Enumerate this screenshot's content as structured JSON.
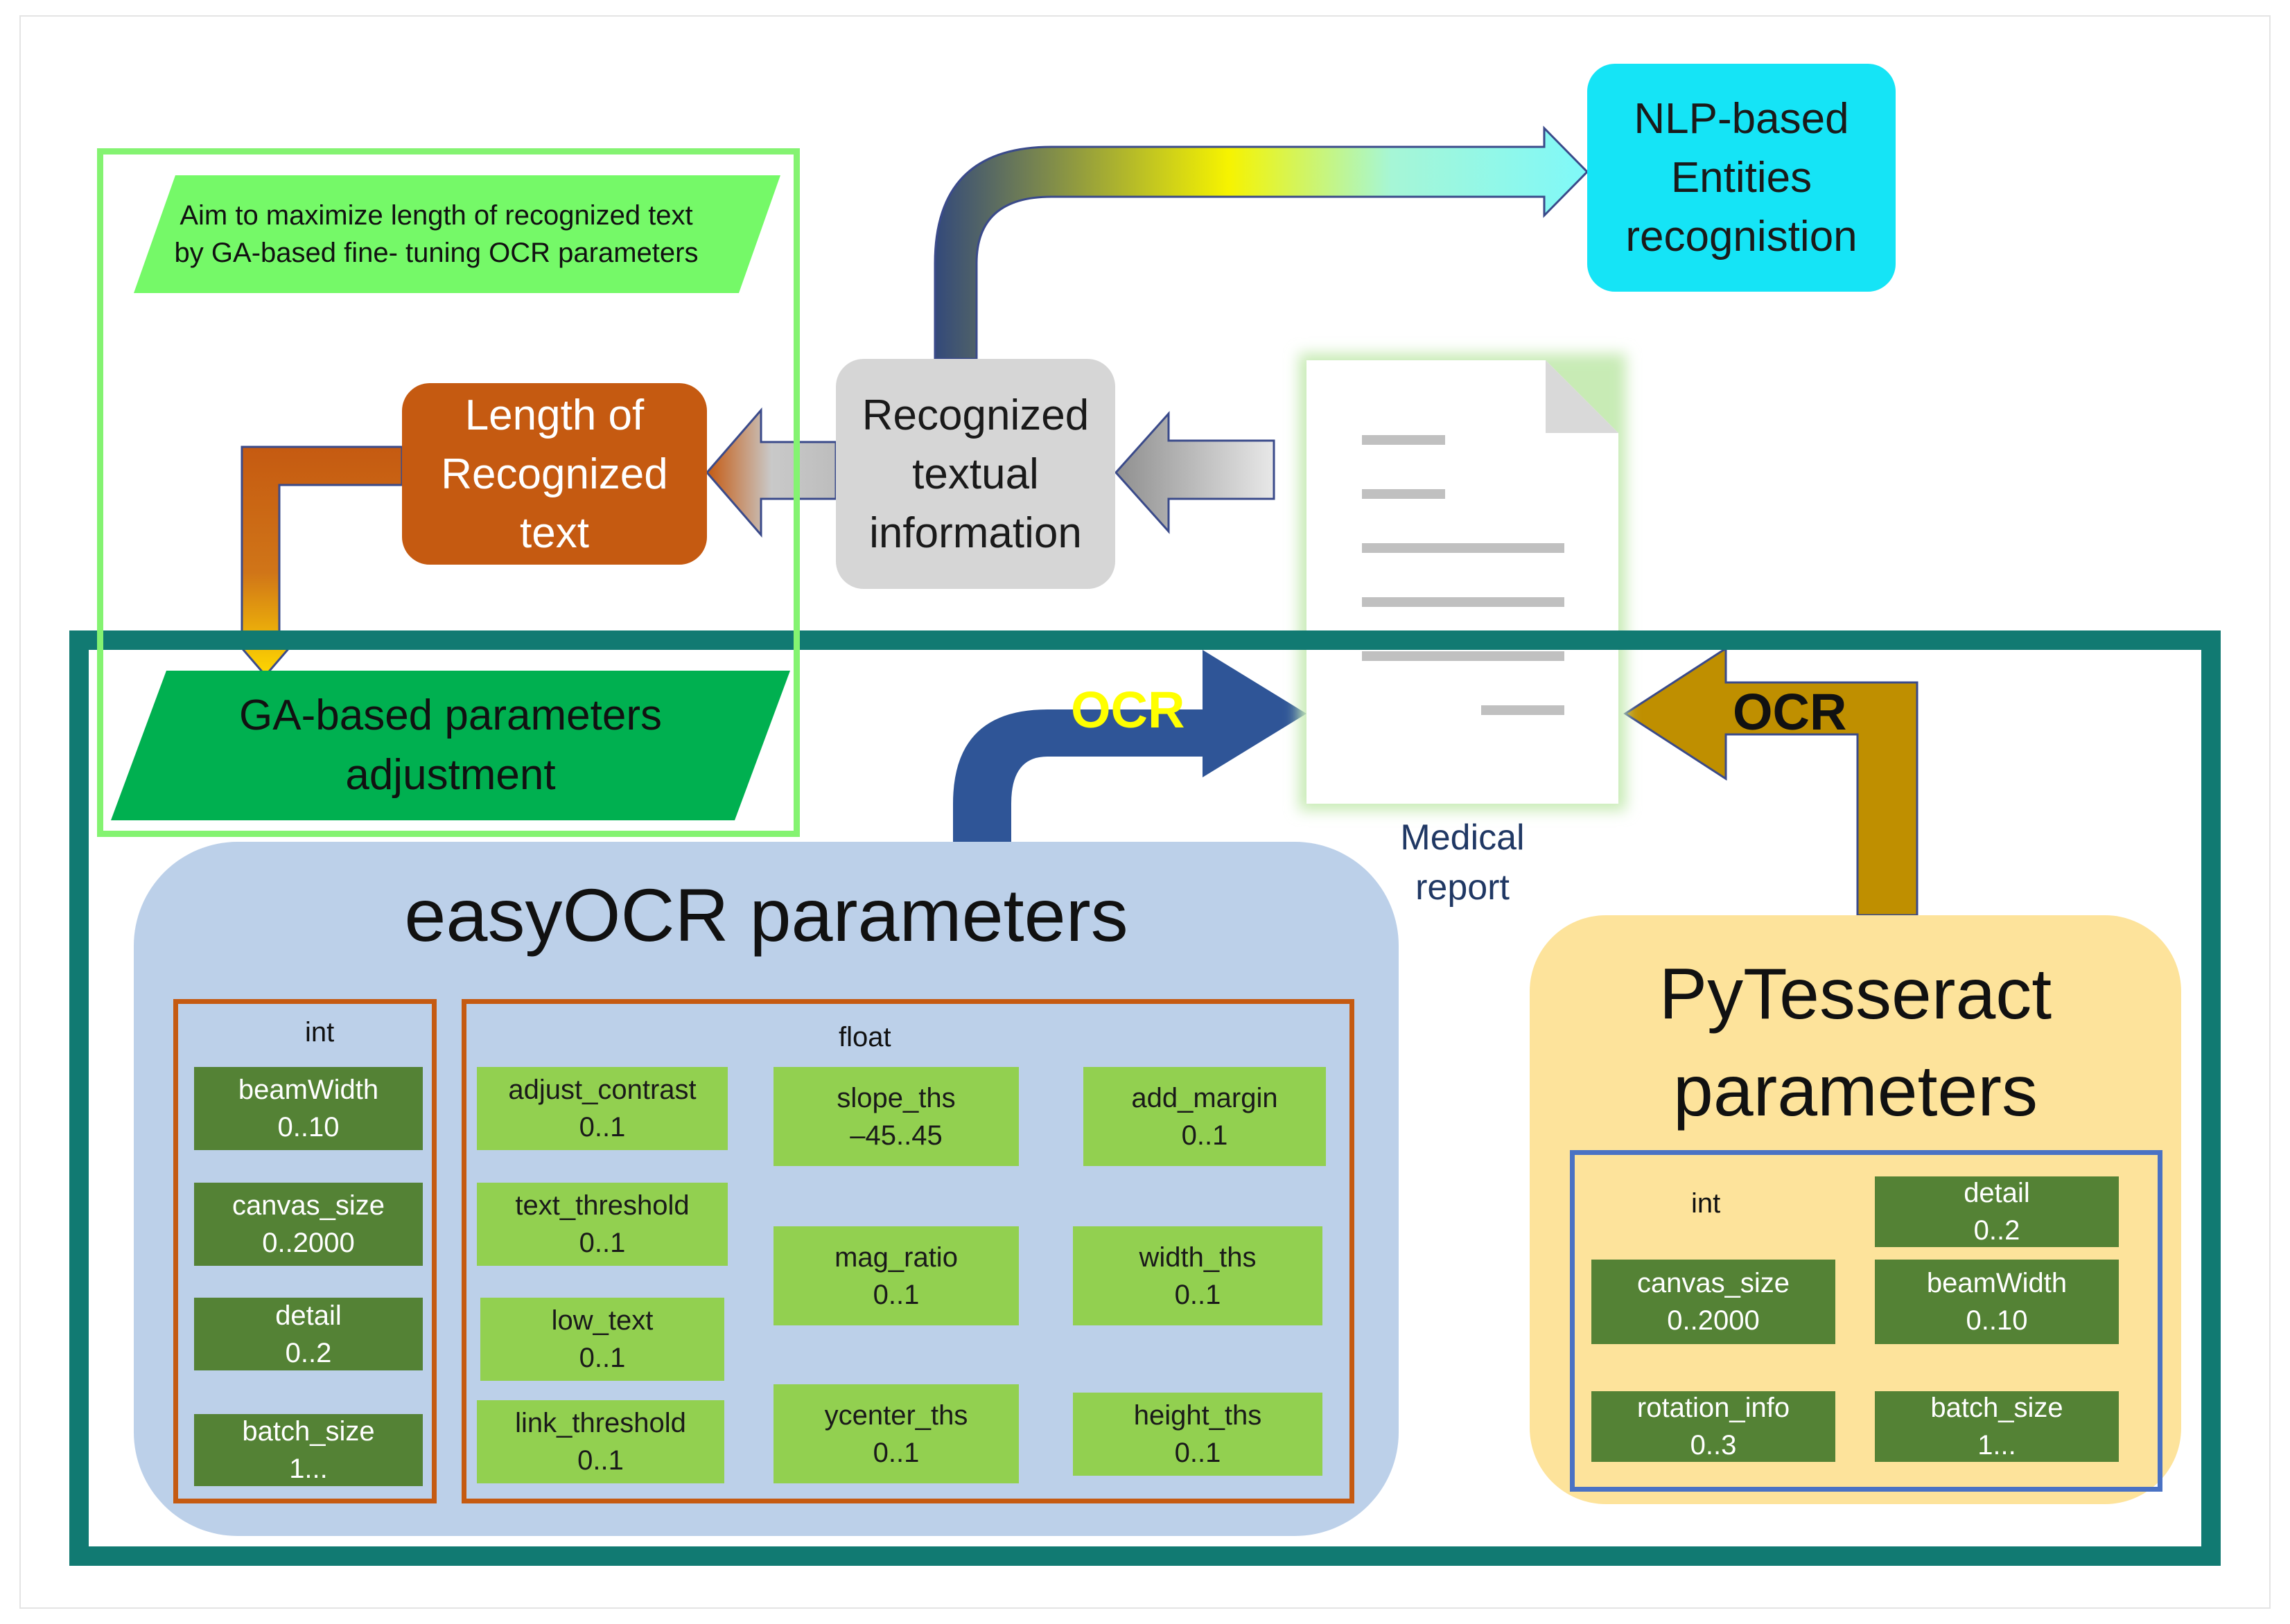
{
  "aim_note": "Aim to maximize length of recognized text\nby GA-based fine- tuning OCR parameters",
  "length_box": "Length of\nRecognized\ntext",
  "recognized_box": "Recognized\ntextual\ninformation",
  "nlp_box": "NLP-based\nEntities\nrecognistion",
  "ga_params": "GA-based parameters\nadjustment",
  "medical_report": "Medical\nreport",
  "ocr_left": "OCR",
  "ocr_right": "OCR",
  "easyocr": {
    "title": "easyOCR parameters",
    "int_label": "int",
    "float_label": "float",
    "int_params": [
      {
        "name": "beamWidth",
        "range": "0..10"
      },
      {
        "name": "canvas_size",
        "range": "0..2000"
      },
      {
        "name": "detail",
        "range": "0..2"
      },
      {
        "name": "batch_size",
        "range": "1..."
      }
    ],
    "float_params": [
      {
        "name": "adjust_contrast",
        "range": "0..1"
      },
      {
        "name": "text_threshold",
        "range": "0..1"
      },
      {
        "name": "low_text",
        "range": "0..1"
      },
      {
        "name": "link_threshold",
        "range": "0..1"
      },
      {
        "name": "slope_ths",
        "range": "–45..45"
      },
      {
        "name": "mag_ratio",
        "range": "0..1"
      },
      {
        "name": "ycenter_ths",
        "range": "0..1"
      },
      {
        "name": "add_margin",
        "range": "0..1"
      },
      {
        "name": "width_ths",
        "range": "0..1"
      },
      {
        "name": "height_ths",
        "range": "0..1"
      }
    ]
  },
  "pytesseract": {
    "title": "PyTesseract\nparameters",
    "int_label": "int",
    "params": [
      {
        "name": "detail",
        "range": "0..2"
      },
      {
        "name": "canvas_size",
        "range": "0..2000"
      },
      {
        "name": "beamWidth",
        "range": "0..10"
      },
      {
        "name": "rotation_info",
        "range": "0..3"
      },
      {
        "name": "batch_size",
        "range": "1..."
      }
    ]
  },
  "colors": {
    "main_frame": "#117a72",
    "ga_frame": "#84f371",
    "orange": "#c55a11",
    "cyan": "#15e4f6",
    "param_dark": "#548235",
    "param_light": "#92d050",
    "ocr_blue": "#2f5597",
    "ocr_gold": "#bf8f00"
  }
}
